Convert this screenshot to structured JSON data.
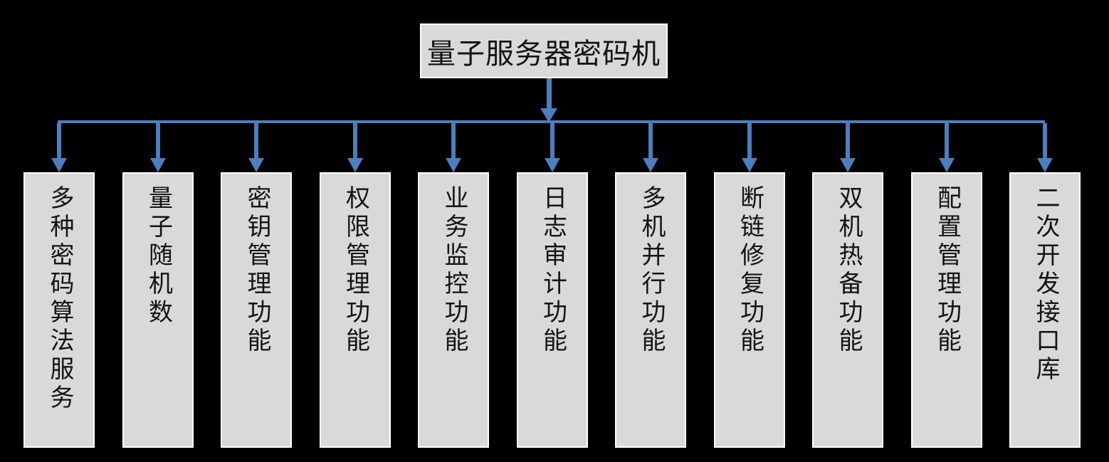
{
  "diagram": {
    "root": {
      "label": "量子服务器密码机"
    },
    "children": [
      {
        "label": "多种密码算法服务"
      },
      {
        "label": "量子随机数"
      },
      {
        "label": "密钥管理功能"
      },
      {
        "label": "权限管理功能"
      },
      {
        "label": "业务监控功能"
      },
      {
        "label": "日志审计功能"
      },
      {
        "label": "多机并行功能"
      },
      {
        "label": "断链修复功能"
      },
      {
        "label": "双机热备功能"
      },
      {
        "label": "配置管理功能"
      },
      {
        "label": "二次开发接口库"
      }
    ],
    "colors": {
      "background": "#000000",
      "connector_blue": "#4d7ebd",
      "box_fill": "#d9d9d9",
      "box_border": "#ffffff",
      "text": "#141414"
    }
  }
}
